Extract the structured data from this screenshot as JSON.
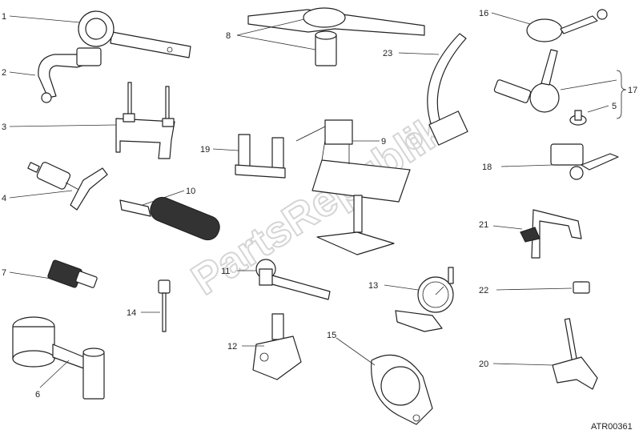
{
  "watermark": "PartsRepublik",
  "reference_code": "ATR00361",
  "callouts": {
    "c1": "1",
    "c2": "2",
    "c3": "3",
    "c4": "4",
    "c5": "5",
    "c6": "6",
    "c7": "7",
    "c8": "8",
    "c9": "9",
    "c10": "10",
    "c11": "11",
    "c12": "12",
    "c13": "13",
    "c14": "14",
    "c15": "15",
    "c16": "16",
    "c17": "17",
    "c18": "18",
    "c19": "19",
    "c20": "20",
    "c21": "21",
    "c22": "22",
    "c23": "23"
  }
}
